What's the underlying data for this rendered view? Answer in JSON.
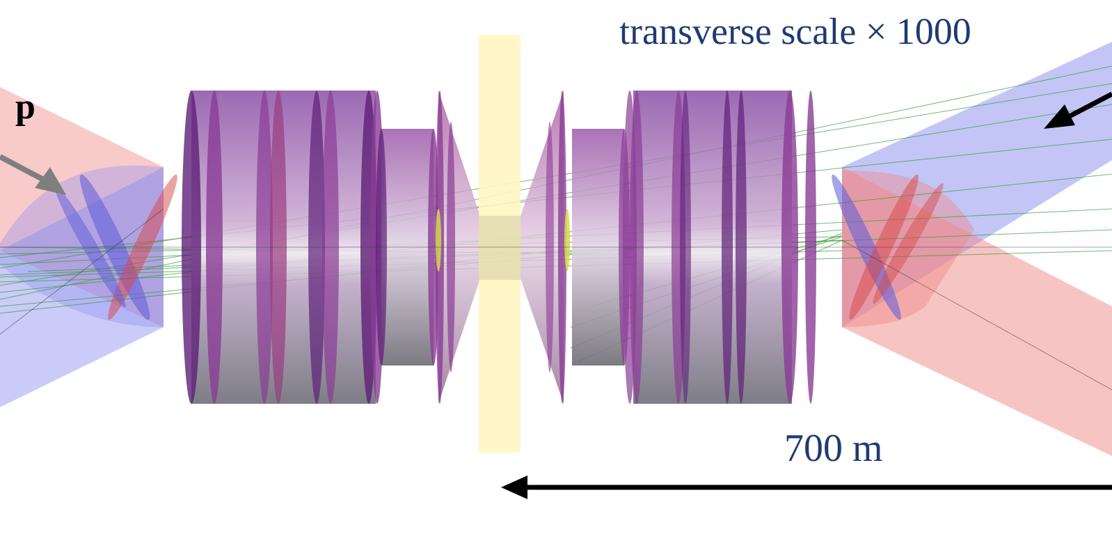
{
  "labels": {
    "transverse_scale": "transverse scale × 1000",
    "length": "700 m",
    "particle": "p"
  },
  "colors": {
    "text": "#1f3a73",
    "particle_label": "#000000",
    "magnet": "#8a3c95",
    "magnet_dark": "#5e1f77",
    "magnet_grey": "#7a7f86",
    "beam_red": "#f08a8a",
    "beam_blue": "#8a8cf0",
    "tracks": "#2f9e2f",
    "ip_band": "#fff6c2",
    "axis_arrow": "#000000",
    "particle_arrow": "#7f7f7f"
  },
  "icons": {
    "length_arrow": "left-arrow-icon",
    "incoming_proton_arrow": "arrow-icon",
    "outgoing_arrow": "arrow-icon"
  }
}
